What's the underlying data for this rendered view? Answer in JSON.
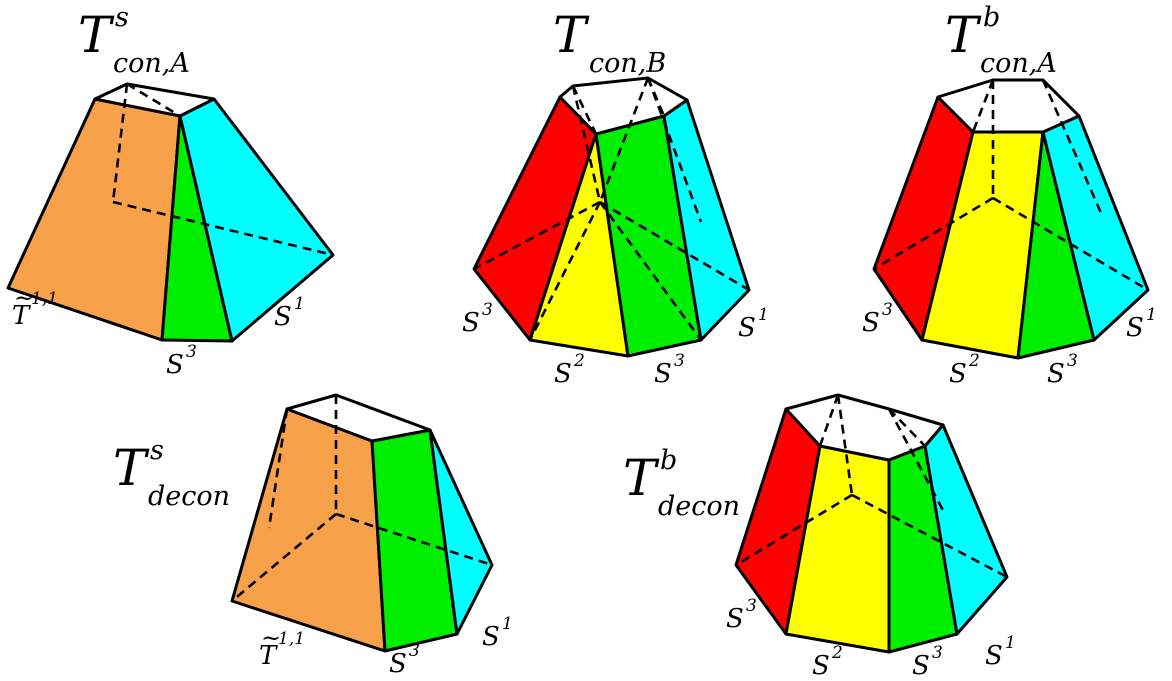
{
  "colors": {
    "orange": "#f7a24a",
    "cyan": "#00ffff",
    "green": "#00ee00",
    "red": "#ff0000",
    "yellow": "#ffff00"
  },
  "diagrams": {
    "tcon_a_small": {
      "title_main": "T",
      "title_sup": "s",
      "title_sub": "con,A",
      "label_t": "T",
      "label_t_sup": "1,1",
      "label_s3": "S",
      "label_s3_sup": "3",
      "label_s1": "S",
      "label_s1_sup": "1"
    },
    "tcon_b": {
      "title_main": "T",
      "title_sub": "con,B",
      "label_s3_left": "S",
      "label_s3_left_sup": "3",
      "label_s2": "S",
      "label_s2_sup": "2",
      "label_s3_right": "S",
      "label_s3_right_sup": "3",
      "label_s1": "S",
      "label_s1_sup": "1"
    },
    "tcon_a_big": {
      "title_main": "T",
      "title_sup": "b",
      "title_sub": "con,A",
      "label_s3_left": "S",
      "label_s3_left_sup": "3",
      "label_s2": "S",
      "label_s2_sup": "2",
      "label_s3_right": "S",
      "label_s3_right_sup": "3",
      "label_s1": "S",
      "label_s1_sup": "1"
    },
    "tdecon_small": {
      "title_main": "T",
      "title_sup": "s",
      "title_sub": "decon",
      "label_t": "T",
      "label_t_sup": "1,1",
      "label_s3": "S",
      "label_s3_sup": "3",
      "label_s1": "S",
      "label_s1_sup": "1"
    },
    "tdecon_big": {
      "title_main": "T",
      "title_sup": "b",
      "title_sub": "decon",
      "label_s3_left": "S",
      "label_s3_left_sup": "3",
      "label_s2": "S",
      "label_s2_sup": "2",
      "label_s3_right": "S",
      "label_s3_right_sup": "3",
      "label_s1": "S",
      "label_s1_sup": "1"
    }
  }
}
